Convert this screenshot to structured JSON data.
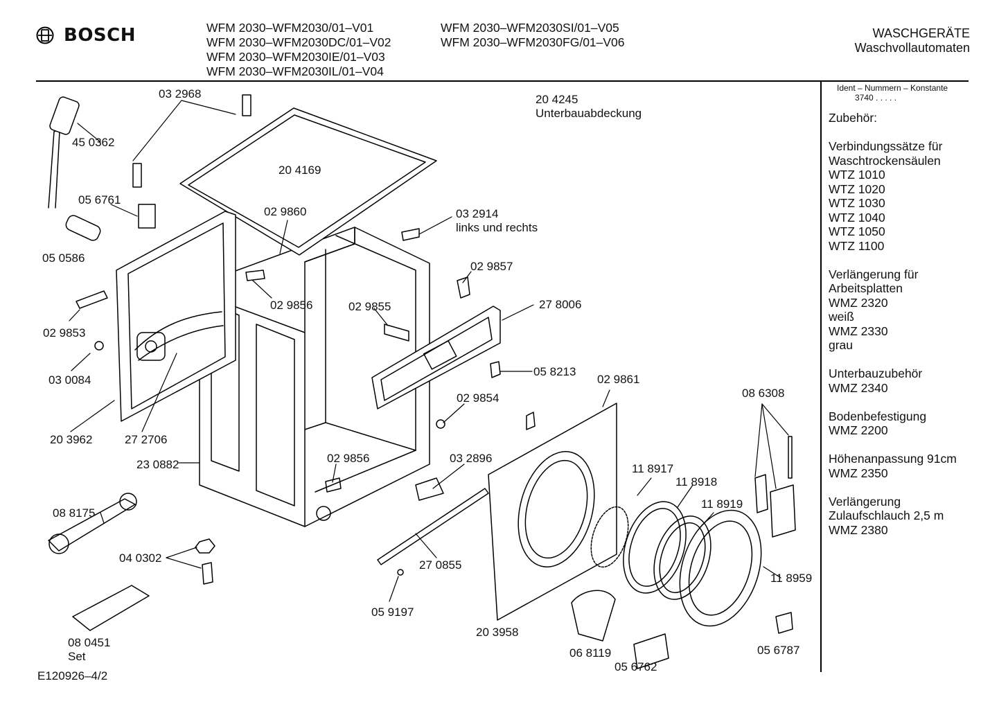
{
  "header": {
    "brand": "BOSCH",
    "models_left": [
      "WFM 2030–WFM2030/01–V01",
      "WFM 2030–WFM2030DC/01–V02",
      "WFM 2030–WFM2030IE/01–V03",
      "WFM 2030–WFM2030IL/01–V04"
    ],
    "models_right": [
      "WFM 2030–WFM2030SI/01–V05",
      "WFM 2030–WFM2030FG/01–V06"
    ],
    "category_line1": "WASCHGERÄTE",
    "category_line2": "Waschvollautomaten"
  },
  "sidebar": {
    "ident_label": "Ident – Nummern – Konstante",
    "ident_value": "3740  .  .   .  .  .",
    "groups": [
      {
        "lines": [
          "Zubehör:"
        ]
      },
      {
        "lines": [
          "Verbindungssätze für",
          "Waschtrockensäulen",
          "WTZ 1010",
          "WTZ 1020",
          "WTZ 1030",
          "WTZ 1040",
          "WTZ 1050",
          "WTZ 1100"
        ]
      },
      {
        "lines": [
          "Verlängerung für",
          "Arbeitsplatten",
          "WMZ 2320",
          "weiß",
          "WMZ 2330",
          "grau"
        ]
      },
      {
        "lines": [
          "Unterbauzubehör",
          "WMZ 2340"
        ]
      },
      {
        "lines": [
          "Bodenbefestigung",
          "WMZ 2200"
        ]
      },
      {
        "lines": [
          "Höhenanpassung  91cm",
          "WMZ 2350"
        ]
      },
      {
        "lines": [
          "Verlängerung",
          "Zulaufschlauch 2,5 m",
          "WMZ 2380"
        ]
      }
    ]
  },
  "parts": {
    "p032968": "03 2968",
    "p450362": "45 0362",
    "p204245": "20 4245",
    "p204245_desc": "Unterbauabdeckung",
    "p204169": "20 4169",
    "p056761": "05 6761",
    "p029860": "02 9860",
    "p032914": "03 2914",
    "p032914_desc": "links und rechts",
    "p050586": "05 0586",
    "p029857": "02 9857",
    "p029856a": "02 9856",
    "p029855": "02 9855",
    "p278006": "27 8006",
    "p029853": "02 9853",
    "p030084": "03 0084",
    "p058213": "05 8213",
    "p029861": "02 9861",
    "p029854": "02 9854",
    "p086308": "08 6308",
    "p203962": "20 3962",
    "p272706": "27 2706",
    "p230882": "23 0882",
    "p029856b": "02 9856",
    "p032896": "03 2896",
    "p118917": "11 8917",
    "p118918": "11 8918",
    "p118919": "11 8919",
    "p088175": "08 8175",
    "p040302": "04 0302",
    "p270855": "27 0855",
    "p118959": "11 8959",
    "p059197": "05 9197",
    "p203958": "20 3958",
    "p080451": "08  0451",
    "p080451_sub": "Set",
    "p068119": "06 8119",
    "p056762": "05 6762",
    "p056787": "05 6787"
  },
  "footer": {
    "code": "E120926–4/2"
  }
}
